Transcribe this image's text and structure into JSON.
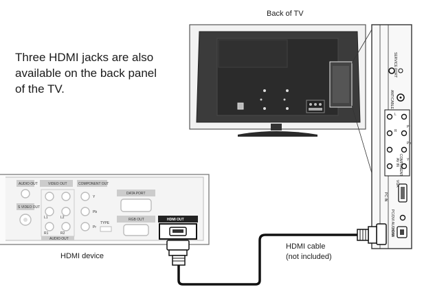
{
  "header": {
    "title": "Back of TV"
  },
  "intro": {
    "line1": "Three HDMI jacks are also",
    "line2": "available on the back panel",
    "line3": "of the TV."
  },
  "device": {
    "label": "HDMI device",
    "audio_out": "AUDIO OUT",
    "s_video_out": "S VIDEO OUT",
    "video_out": "VIDEO OUT",
    "component_out": "COMPONENT OUT",
    "audio_out_2": "AUDIO OUT",
    "data_port": "DATA PORT",
    "rgb_out": "RGB OUT",
    "hdmi_out": "HDMI OUT",
    "type": "TYPE",
    "y": "Y",
    "pb": "Pb",
    "pr": "Pr",
    "l1": "L1",
    "r1": "R1",
    "l2": "L2",
    "r2": "R2"
  },
  "cable": {
    "line1": "HDMI cable",
    "line2": "(not included)"
  },
  "tv_panel": {
    "service_port": "SERVICE PORT",
    "ant_cable": "ANT/CABLE",
    "av_in": "AV IN",
    "component": "COMPONENT",
    "pc_in": "PC IN",
    "vga": "VGA",
    "pc_dvi_audio_in": "PC/DVI AUDIO IN",
    "hdmi": "HDMI",
    "l": "L",
    "r": "R",
    "y": "Y",
    "pb": "Pb",
    "pr": "Pr"
  }
}
